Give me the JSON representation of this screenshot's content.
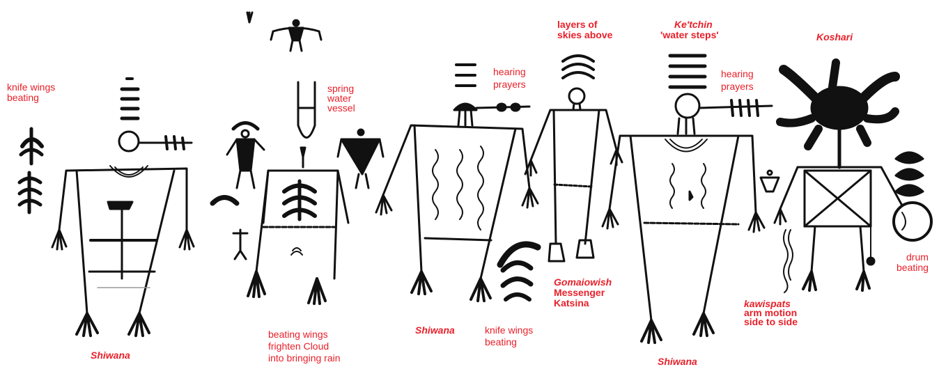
{
  "labels": {
    "knife_wings_left": [
      "knife wings",
      "beating"
    ],
    "shiwana_1": "Shiwana",
    "spring_water_vessel": [
      "spring",
      "water",
      "vessel"
    ],
    "beating_wings": [
      "beating wings",
      "frighten Cloud",
      "into bringing rain"
    ],
    "hearing_prayers_1": [
      "hearing",
      "prayers"
    ],
    "shiwana_2": "Shiwana",
    "knife_wings_mid": [
      "knife wings",
      "beating"
    ],
    "layers_of_skies": [
      "layers of",
      "skies above"
    ],
    "gomaiowish": "Gomaiowish",
    "messenger": "Messenger",
    "katsina": "Katsina",
    "ketchin": "Ke'tchin",
    "water_steps": "'water steps'",
    "hearing_prayers_2": [
      "hearing",
      "prayers"
    ],
    "shiwana_3": "Shiwana",
    "kawispats": "kawispats",
    "arm_motion": [
      "arm motion",
      "side to side"
    ],
    "koshari": "Koshari",
    "drum_beating": [
      "drum",
      "beating"
    ]
  },
  "colors": {
    "label": "#e8202a",
    "ink": "#111111"
  }
}
